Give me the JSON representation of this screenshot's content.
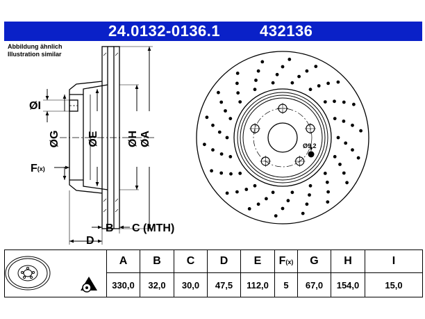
{
  "header": {
    "part_number": "24.0132-0136.1",
    "ref_number": "432136",
    "bg_color": "#0a21c8"
  },
  "note": {
    "line1": "Abbildung ähnlich",
    "line2": "Illustration similar"
  },
  "drawing": {
    "labels": {
      "I": "ØI",
      "G": "ØG",
      "E": "ØE",
      "H": "ØH",
      "A": "ØA",
      "F": "F",
      "F_sub": "(x)",
      "B": "B",
      "C": "C (MTH)",
      "D": "D",
      "bolt_hole": "Ø9,2"
    }
  },
  "table": {
    "columns": [
      "A",
      "B",
      "C",
      "D",
      "E",
      "F",
      "G",
      "H",
      "I"
    ],
    "f_suffix": "(x)",
    "values": [
      "330,0",
      "32,0",
      "30,0",
      "47,5",
      "112,0",
      "5",
      "67,0",
      "154,0",
      "15,0"
    ]
  }
}
